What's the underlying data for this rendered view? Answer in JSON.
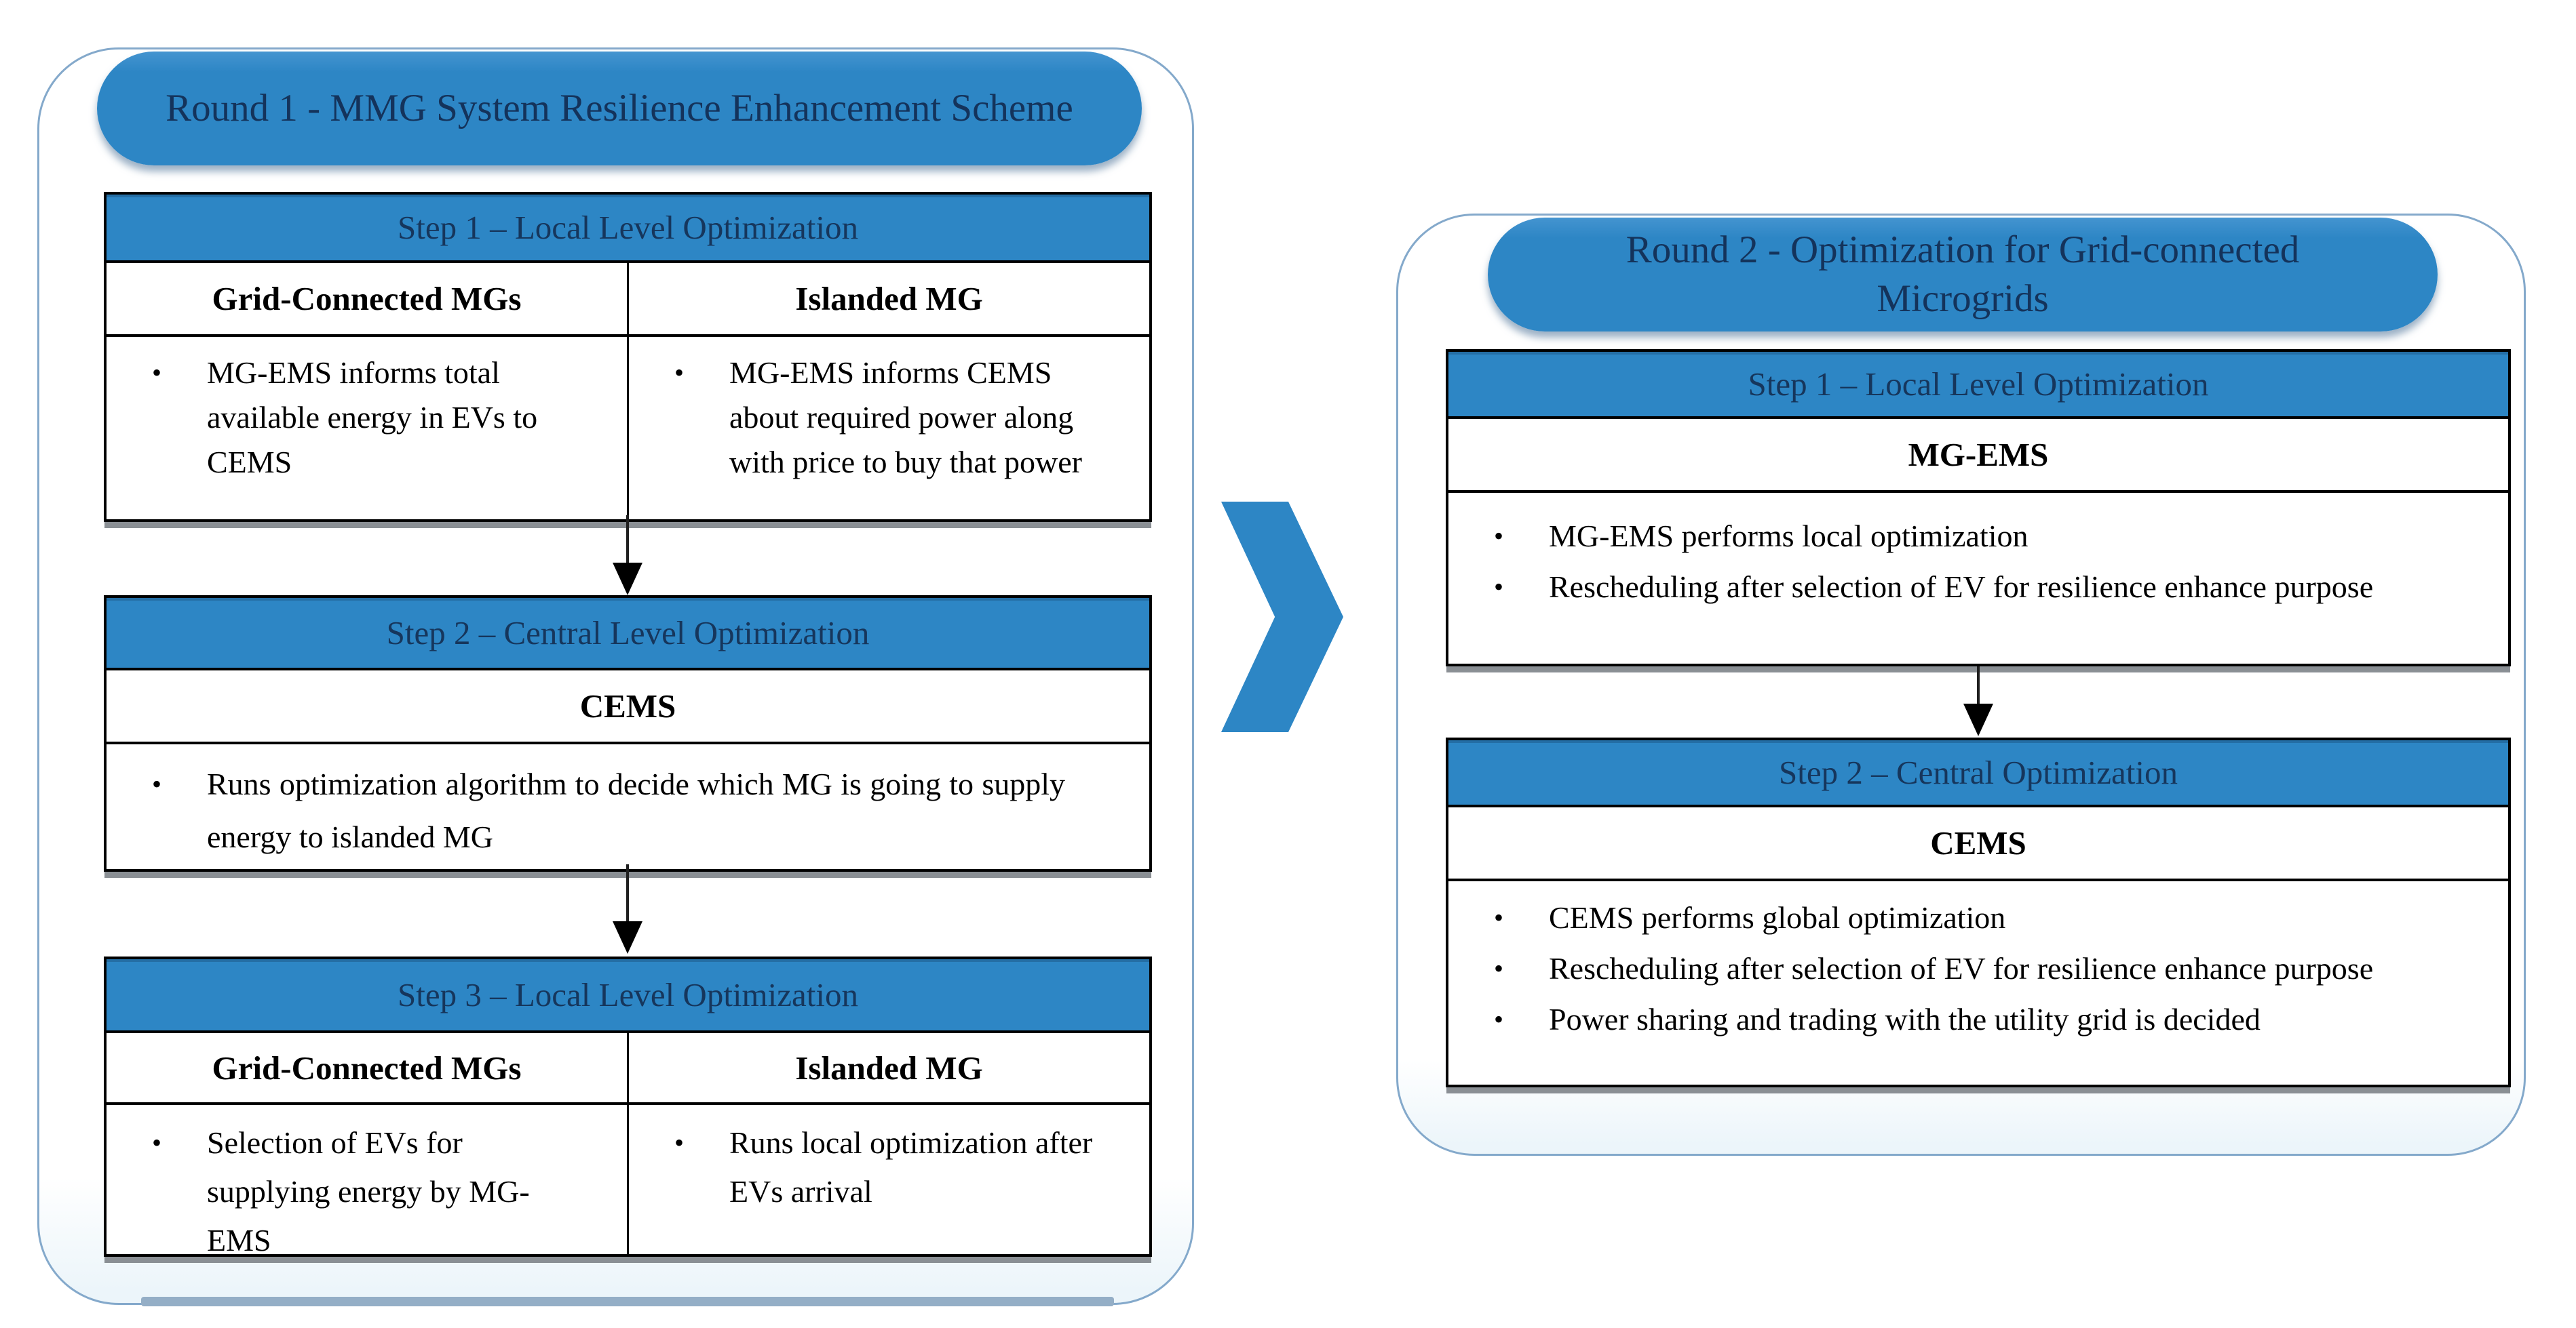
{
  "glyphs": {
    "bullet": "•"
  },
  "colors": {
    "accent_blue": "#2D86C5",
    "header_text": "#16365C",
    "panel_border": "#84A9CB",
    "table_shadow": "#8A8F94"
  },
  "round1": {
    "title": "Round 1 - MMG System Resilience Enhancement Scheme",
    "steps": [
      {
        "header": "Step 1 – Local Level Optimization",
        "columns": [
          {
            "header": "Grid-Connected MGs",
            "bullets": [
              "MG-EMS informs total available energy in EVs to CEMS"
            ]
          },
          {
            "header": "Islanded MG",
            "bullets": [
              "MG-EMS informs CEMS about required power along with price to buy that power"
            ]
          }
        ]
      },
      {
        "header": "Step 2 – Central Level Optimization",
        "columns": [
          {
            "header": "CEMS",
            "bullets": [
              "Runs optimization algorithm to decide which MG is going to supply energy to islanded MG"
            ]
          }
        ]
      },
      {
        "header": "Step 3 – Local Level Optimization",
        "columns": [
          {
            "header": "Grid-Connected MGs",
            "bullets": [
              "Selection of EVs for supplying energy by MG-EMS"
            ]
          },
          {
            "header": "Islanded MG",
            "bullets": [
              "Runs local optimization after EVs arrival"
            ]
          }
        ]
      }
    ]
  },
  "round2": {
    "title": "Round 2 - Optimization for Grid-connected Microgrids",
    "steps": [
      {
        "header": "Step 1 – Local Level Optimization",
        "columns": [
          {
            "header": "MG-EMS",
            "bullets": [
              "MG-EMS performs local optimization",
              "Rescheduling after selection of EV for resilience enhance purpose"
            ]
          }
        ]
      },
      {
        "header": "Step 2 – Central Optimization",
        "columns": [
          {
            "header": "CEMS",
            "bullets": [
              "CEMS performs global optimization",
              "Rescheduling after selection of EV for resilience enhance purpose",
              "Power sharing and trading with the utility grid is decided"
            ]
          }
        ]
      }
    ]
  }
}
